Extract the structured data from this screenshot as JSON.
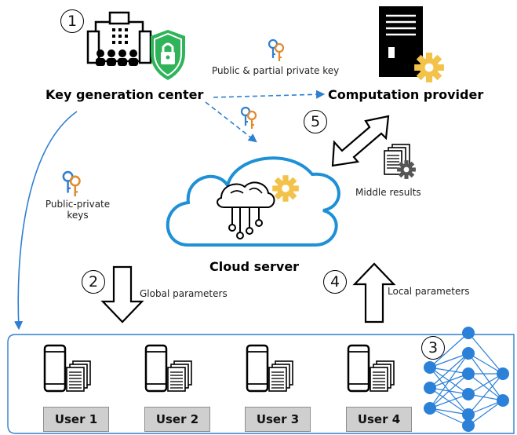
{
  "labels": {
    "kgc": "Key generation center",
    "provider": "Computation provider",
    "cloud": "Cloud server",
    "public_partial_key": "Public & partial private key",
    "public_private_line1": "Public-private",
    "public_private_line2": "keys",
    "middle_results": "Middle results",
    "global_parameters": "Global parameters",
    "local_parameters": "Local parameters"
  },
  "steps": [
    "1",
    "2",
    "3",
    "4",
    "5"
  ],
  "users": [
    {
      "label": "User 1"
    },
    {
      "label": "User 2"
    },
    {
      "label": "User 3"
    },
    {
      "label": "User 4"
    }
  ],
  "colors": {
    "arrow_blue": "#2f7fd0",
    "cloud_blue": "#1e90d6",
    "gear_gold": "#f2c24a",
    "shield_green": "#2fb45a",
    "user_box": "#cfcfcf",
    "network_node": "#2b80d8"
  },
  "icons": {
    "kgc": "building-shield-lock-icon",
    "provider": "server-gear-icon",
    "cloud": "cloud-brain-gear-icon",
    "middle_results": "documents-gear-icon",
    "keys": "key-pair-icon",
    "user_device": "phone-documents-icon",
    "network": "neural-network-icon"
  }
}
